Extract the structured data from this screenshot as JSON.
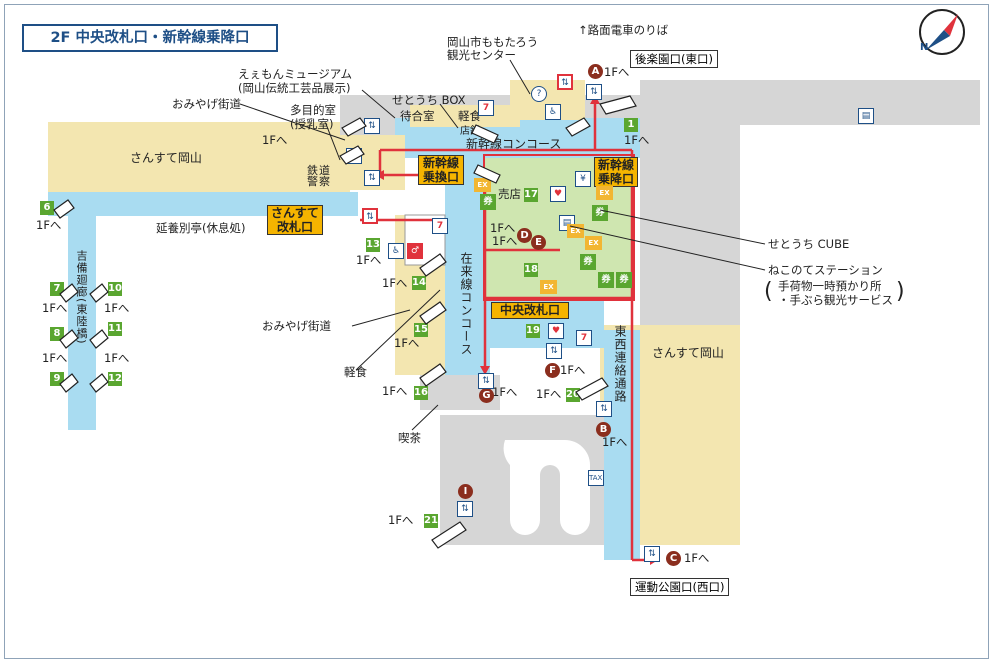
{
  "title": "2F 中央改札口・新幹線乗降口",
  "compass_label": "N",
  "areas": {
    "sansute_west": "さんすて岡山",
    "sansute_east": "さんすて岡山",
    "shinkansen_concourse": "新幹線コンコース",
    "zairaisen_concourse": "在来線コンコース",
    "kibi_corridor": "吉備廻廊(東陸橋)",
    "tozai_corridor": "東西連絡通路",
    "tetsudo_keisatsu": "鉄道警察"
  },
  "gates": {
    "sansute_gate": "さんすて改札口",
    "shinkansen_transfer": "新幹線乗換口",
    "shinkansen_platform": "新幹線乗降口",
    "central_gate": "中央改札口"
  },
  "exits": {
    "korakuen": "後楽園口(東口)",
    "undokoen": "運動公園口(西口)"
  },
  "tram_note": "↑路面電車のりば",
  "labels": {
    "momotaro_center": "岡山市ももたろう観光センター",
    "eemon_museum_1": "えぇもんミュージアム",
    "eemon_museum_2": "(岡山伝統工芸品展示)",
    "omiyage_top": "おみやげ街道",
    "tamokuteki_1": "多目的室",
    "tamokuteki_2": "(授乳室)",
    "setouchi_box": "せとうち BOX",
    "machiai": "待合室",
    "keishoku_top": "軽食",
    "tenpo": "店舗",
    "baiten": "売店",
    "enbi": "延養別亭(休息処)",
    "setouchi_cube": "せとうち CUBE",
    "nekonote_1": "ねこのてステーション",
    "nekonote_2": "手荷物一時預かり所",
    "nekonote_3": "・手ぶら観光サービス",
    "omiyage_mid": "おみやげ街道",
    "keishoku_mid": "軽食",
    "kissa": "喫茶",
    "one_f": "1Fへ"
  },
  "exit_letters": [
    "A",
    "B",
    "C",
    "D",
    "E",
    "F",
    "G",
    "I"
  ],
  "stair_numbers": [
    "1",
    "6",
    "7",
    "8",
    "9",
    "10",
    "11",
    "12",
    "13",
    "14",
    "15",
    "16",
    "17",
    "18",
    "19",
    "20",
    "21"
  ],
  "icon_names": [
    "elevator-icon",
    "escalator-icon",
    "toilet-icon",
    "atm-icon",
    "info-icon",
    "locker-icon",
    "ticket-machine-icon",
    "ex-ticket-icon",
    "aed-icon",
    "taxi-icon",
    "convenience-store-icon"
  ],
  "colors": {
    "concourse": "#a9dcf1",
    "building": "#d6d6d6",
    "shop": "#f3e6b0",
    "green_area": "#cfe6b0",
    "route_red": "#e0323c",
    "navy": "#1e4f86",
    "gate_yellow": "#f5b400",
    "letter_brown": "#8b2e1e",
    "stair_green": "#5aa630"
  }
}
